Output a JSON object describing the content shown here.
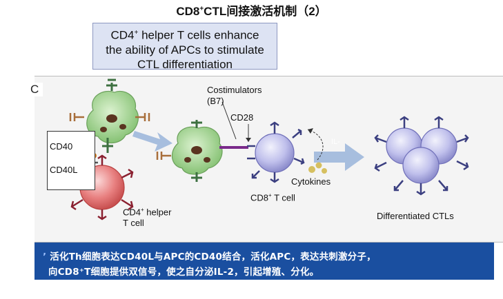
{
  "title": {
    "main": "CD8",
    "sup": "+",
    "rest": "CTL间接激活机制（2）"
  },
  "callout": {
    "line1_pre": "CD4",
    "line1_sup": "+",
    "line1_post": " helper T cells enhance",
    "line2": "the ability of APCs to stimulate",
    "line3": "CTL differentiation"
  },
  "panel_letter": "C",
  "labels": {
    "cd40": "CD40",
    "cd40l": "CD40L",
    "cd4_pre": "CD4",
    "cd4_sup": "+",
    "cd4_post": " helper",
    "t_cell": "T cell",
    "costim_1": "Costimulators",
    "costim_2": "(B7)",
    "cd28": "CD28",
    "cd8_pre": "CD8",
    "cd8_sup": "+",
    "cd8_post": " T cell",
    "cytokines": "Cytokines",
    "il": "IL-",
    "differentiated": "Differentiated CTLs"
  },
  "caption": {
    "line1": "活化Th细胞表达CD40L与APC的CD40结合，活化APC，表达共刺激分子，",
    "line2": "向CD8⁺T细胞提供双信号，使之自分泌IL-2，引起增殖、分化。"
  },
  "colors": {
    "caption_bg": "#1a4fa0",
    "apc_green": "#9ccf8a",
    "th_red": "#e07070",
    "ctl_purple": "#b8b8e8",
    "arrow_blue": "#9fb8dc"
  }
}
